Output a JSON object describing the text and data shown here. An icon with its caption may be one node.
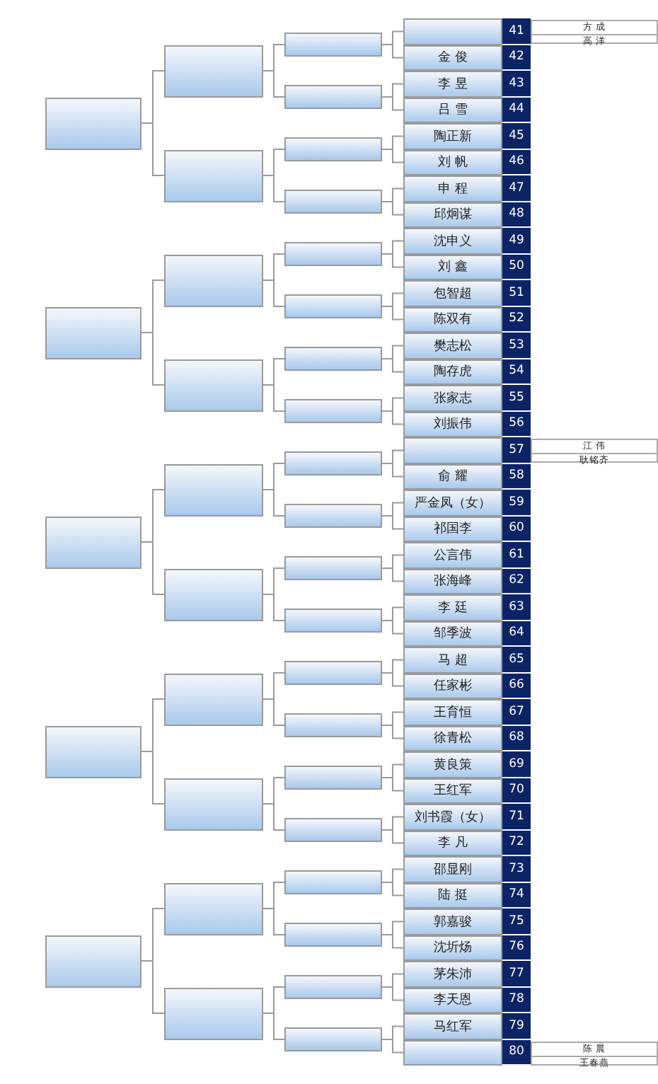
{
  "diagram": {
    "nodes": [
      {
        "text": [],
        "shape": "box"
      },
      {
        "text": [],
        "shape": "box"
      },
      {
        "text": [],
        "shape": "box"
      },
      {
        "text": [],
        "shape": "box"
      },
      {
        "text": [],
        "shape": "box"
      },
      {
        "text": [],
        "shape": "box"
      },
      {
        "text": [],
        "shape": "box"
      },
      {
        "text": [],
        "shape": "box"
      },
      {
        "text": [],
        "shape": "box"
      },
      {
        "text": [],
        "shape": "box"
      },
      {
        "text": [],
        "shape": "box"
      },
      {
        "text": [],
        "shape": "box"
      },
      {
        "text": [],
        "shape": "box"
      },
      {
        "text": [],
        "shape": "box"
      },
      {
        "text": [],
        "shape": "box"
      },
      {
        "text": [],
        "shape": "box"
      },
      {
        "text": [],
        "shape": "box"
      },
      {
        "text": [],
        "shape": "box"
      },
      {
        "text": [],
        "shape": "box"
      },
      {
        "text": [],
        "shape": "box"
      },
      {
        "text": [],
        "shape": "box"
      },
      {
        "text": [],
        "shape": "box"
      },
      {
        "text": [],
        "shape": "box"
      },
      {
        "text": [],
        "shape": "box"
      },
      {
        "text": [],
        "shape": "box"
      },
      {
        "text": [],
        "shape": "box"
      },
      {
        "text": [],
        "shape": "box"
      },
      {
        "text": [],
        "shape": "box"
      },
      {
        "text": [],
        "shape": "box"
      },
      {
        "text": [],
        "shape": "box"
      },
      {
        "text": [],
        "shape": "box"
      },
      {
        "text": [],
        "shape": "box"
      },
      {
        "text": [],
        "shape": "box"
      },
      {
        "text": [],
        "shape": "box"
      },
      {
        "text": [],
        "shape": "box"
      },
      {
        "text": [
          "41"
        ]
      },
      {
        "text": [
          "金 俊",
          "42"
        ]
      },
      {
        "text": [
          "李 昱",
          "43"
        ]
      },
      {
        "text": [
          "吕 雪",
          "44"
        ]
      },
      {
        "text": [
          "陶正新",
          "45"
        ]
      },
      {
        "text": [
          "刘 帆",
          "46"
        ]
      },
      {
        "text": [
          "申 程",
          "47"
        ]
      },
      {
        "text": [
          "邱炯谋",
          "48"
        ]
      },
      {
        "text": [
          "沈申义",
          "49"
        ]
      },
      {
        "text": [
          "刘 鑫",
          "50"
        ]
      },
      {
        "text": [
          "包智超",
          "51"
        ]
      },
      {
        "text": [
          "陈双有",
          "52"
        ]
      },
      {
        "text": [
          "樊志松",
          "53"
        ]
      },
      {
        "text": [
          "陶存虎",
          "54"
        ]
      },
      {
        "text": [
          "张家志",
          "55"
        ]
      },
      {
        "text": [
          "刘振伟",
          "56"
        ]
      },
      {
        "text": [
          "57"
        ]
      },
      {
        "text": [
          "俞 耀",
          "58"
        ]
      },
      {
        "text": [
          "严金凤（女）",
          "59"
        ]
      },
      {
        "text": [
          "祁国李",
          "60"
        ]
      },
      {
        "text": [
          "公言伟",
          "61"
        ]
      },
      {
        "text": [
          "张海峰",
          "62"
        ]
      },
      {
        "text": [
          "李 廷",
          "63"
        ]
      },
      {
        "text": [
          "邹季波",
          "64"
        ]
      },
      {
        "text": [
          "马 超",
          "65"
        ]
      },
      {
        "text": [
          "任家彬",
          "66"
        ]
      },
      {
        "text": [
          "王育恒",
          "67"
        ]
      },
      {
        "text": [
          "徐青松",
          "68"
        ]
      },
      {
        "text": [
          "黄良策",
          "69"
        ]
      },
      {
        "text": [
          "王红军",
          "70"
        ]
      },
      {
        "text": [
          "刘书霞（女）",
          "71"
        ]
      },
      {
        "text": [
          "李 凡",
          "72"
        ]
      },
      {
        "text": [
          "邵显刚",
          "73"
        ]
      },
      {
        "text": [
          "陆 挺",
          "74"
        ]
      },
      {
        "text": [
          "郭嘉骏",
          "75"
        ]
      },
      {
        "text": [
          "沈圻炀",
          "76"
        ]
      },
      {
        "text": [
          "茅朱沛",
          "77"
        ]
      },
      {
        "text": [
          "李天恩",
          "78"
        ]
      },
      {
        "text": [
          "马红军",
          "79"
        ]
      },
      {
        "text": [
          "80"
        ]
      },
      {
        "text": [
          "方 成",
          "高 洋"
        ]
      },
      {
        "text": [
          "江 伟",
          "耿铭齐"
        ]
      },
      {
        "text": [
          "陈 晨",
          "王春燕"
        ]
      }
    ],
    "edges": [
      {
        "from": 0,
        "to": 5,
        "arrow": "none"
      },
      {
        "from": 0,
        "to": 6,
        "arrow": "none"
      },
      {
        "from": 1,
        "to": 7,
        "arrow": "none"
      },
      {
        "from": 1,
        "to": 8,
        "arrow": "none"
      },
      {
        "from": 2,
        "to": 9,
        "arrow": "none"
      },
      {
        "from": 2,
        "to": 10,
        "arrow": "none"
      },
      {
        "from": 3,
        "to": 11,
        "arrow": "none"
      },
      {
        "from": 3,
        "to": 12,
        "arrow": "none"
      },
      {
        "from": 4,
        "to": 13,
        "arrow": "none"
      },
      {
        "from": 4,
        "to": 14,
        "arrow": "none"
      },
      {
        "from": 5,
        "to": 15,
        "arrow": "none"
      },
      {
        "from": 5,
        "to": 16,
        "arrow": "none"
      },
      {
        "from": 6,
        "to": 17,
        "arrow": "none"
      },
      {
        "from": 6,
        "to": 18,
        "arrow": "none"
      },
      {
        "from": 7,
        "to": 19,
        "arrow": "none"
      },
      {
        "from": 7,
        "to": 20,
        "arrow": "none"
      },
      {
        "from": 8,
        "to": 21,
        "arrow": "none"
      },
      {
        "from": 8,
        "to": 22,
        "arrow": "none"
      },
      {
        "from": 9,
        "to": 23,
        "arrow": "none"
      },
      {
        "from": 9,
        "to": 24,
        "arrow": "none"
      },
      {
        "from": 10,
        "to": 25,
        "arrow": "none"
      },
      {
        "from": 10,
        "to": 26,
        "arrow": "none"
      },
      {
        "from": 11,
        "to": 27,
        "arrow": "none"
      },
      {
        "from": 11,
        "to": 28,
        "arrow": "none"
      },
      {
        "from": 12,
        "to": 29,
        "arrow": "none"
      },
      {
        "from": 12,
        "to": 30,
        "arrow": "none"
      },
      {
        "from": 13,
        "to": 31,
        "arrow": "none"
      },
      {
        "from": 13,
        "to": 32,
        "arrow": "none"
      },
      {
        "from": 14,
        "to": 33,
        "arrow": "none"
      },
      {
        "from": 14,
        "to": 34,
        "arrow": "none"
      },
      {
        "from": 15,
        "to": 35,
        "arrow": "none"
      },
      {
        "from": 15,
        "to": 36,
        "arrow": "none"
      },
      {
        "from": 16,
        "to": 37,
        "arrow": "none"
      },
      {
        "from": 16,
        "to": 38,
        "arrow": "none"
      },
      {
        "from": 17,
        "to": 39,
        "arrow": "none"
      },
      {
        "from": 17,
        "to": 40,
        "arrow": "none"
      },
      {
        "from": 18,
        "to": 41,
        "arrow": "none"
      },
      {
        "from": 18,
        "to": 42,
        "arrow": "none"
      },
      {
        "from": 19,
        "to": 43,
        "arrow": "none"
      },
      {
        "from": 19,
        "to": 44,
        "arrow": "none"
      },
      {
        "from": 20,
        "to": 45,
        "arrow": "none"
      },
      {
        "from": 20,
        "to": 46,
        "arrow": "none"
      },
      {
        "from": 21,
        "to": 47,
        "arrow": "none"
      },
      {
        "from": 21,
        "to": 48,
        "arrow": "none"
      },
      {
        "from": 22,
        "to": 49,
        "arrow": "none"
      },
      {
        "from": 22,
        "to": 50,
        "arrow": "none"
      },
      {
        "from": 23,
        "to": 51,
        "arrow": "none"
      },
      {
        "from": 23,
        "to": 52,
        "arrow": "none"
      },
      {
        "from": 24,
        "to": 53,
        "arrow": "none"
      },
      {
        "from": 24,
        "to": 54,
        "arrow": "none"
      },
      {
        "from": 25,
        "to": 55,
        "arrow": "none"
      },
      {
        "from": 25,
        "to": 56,
        "arrow": "none"
      },
      {
        "from": 26,
        "to": 57,
        "arrow": "none"
      },
      {
        "from": 26,
        "to": 58,
        "arrow": "none"
      },
      {
        "from": 27,
        "to": 59,
        "arrow": "none"
      },
      {
        "from": 27,
        "to": 60,
        "arrow": "none"
      },
      {
        "from": 28,
        "to": 61,
        "arrow": "none"
      },
      {
        "from": 28,
        "to": 62,
        "arrow": "none"
      },
      {
        "from": 29,
        "to": 63,
        "arrow": "none"
      },
      {
        "from": 29,
        "to": 64,
        "arrow": "none"
      },
      {
        "from": 30,
        "to": 65,
        "arrow": "none"
      },
      {
        "from": 30,
        "to": 66,
        "arrow": "none"
      },
      {
        "from": 31,
        "to": 67,
        "arrow": "none"
      },
      {
        "from": 31,
        "to": 68,
        "arrow": "none"
      },
      {
        "from": 32,
        "to": 69,
        "arrow": "none"
      },
      {
        "from": 32,
        "to": 70,
        "arrow": "none"
      },
      {
        "from": 33,
        "to": 71,
        "arrow": "none"
      },
      {
        "from": 33,
        "to": 72,
        "arrow": "none"
      },
      {
        "from": 34,
        "to": 73,
        "arrow": "none"
      },
      {
        "from": 34,
        "to": 74,
        "arrow": "none"
      }
    ]
  }
}
